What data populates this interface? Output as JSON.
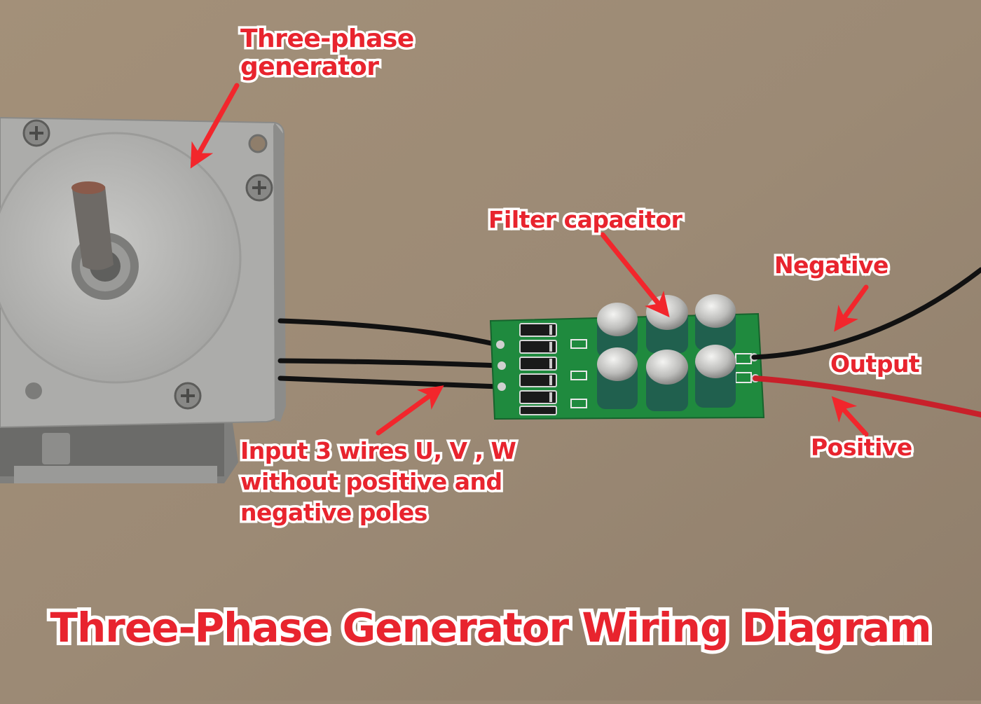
{
  "title": "Three-Phase Generator Wiring Diagram",
  "labels": {
    "generator": [
      "Three-phase",
      "generator"
    ],
    "filter_capacitor": "Filter capacitor",
    "negative": "Negative",
    "output": "Output",
    "positive": "Positive",
    "input": [
      "Input 3 wires U, V , W",
      "without positive and",
      "negative poles"
    ]
  },
  "colors": {
    "label_text": "#e8242e",
    "label_outline": "#ffffff",
    "arrow": "#f2262c",
    "background": "#9c8a76",
    "motor_body": "#b3b3b1",
    "pcb": "#1f8a3e",
    "capacitor": "#20604e",
    "wire_black": "#111111",
    "wire_red": "#c8202a"
  }
}
